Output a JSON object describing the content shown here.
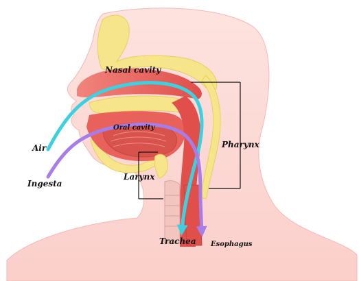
{
  "labels": {
    "nasal_cavity": "Nasal cavity",
    "oral_cavity": "Oral cavity",
    "air": "Air",
    "ingesta": "Ingesta",
    "pharynx": "Pharynx",
    "larynx": "Larynx",
    "trachea": "Trachea",
    "esophagus": "Esophagus"
  },
  "colors": {
    "air_arrow": "#3fd0e0",
    "ingesta_arrow": "#a77ee8",
    "skin": "#fbd4d0",
    "tissue": "#e8615a",
    "bone": "#f6e58a"
  }
}
